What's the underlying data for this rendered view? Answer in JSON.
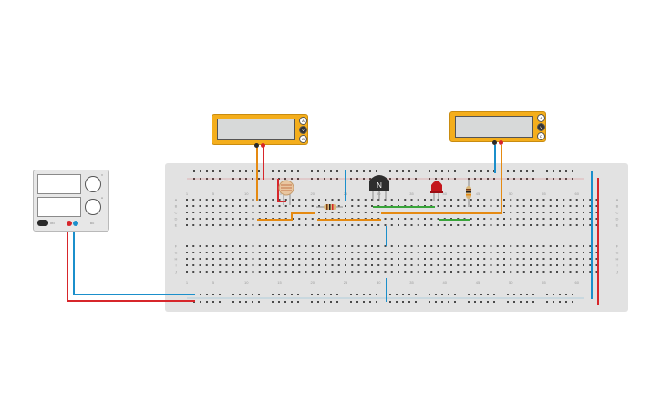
{
  "power_supply": {
    "switch_label": "ON",
    "knob_labels": [
      "V",
      "A"
    ],
    "brand": "DC"
  },
  "multimeters": [
    {
      "mode_labels": [
        "A",
        "V",
        "Ω"
      ],
      "selected": "V"
    },
    {
      "mode_labels": [
        "A",
        "V",
        "Ω"
      ],
      "selected": "V"
    }
  ],
  "breadboard": {
    "column_numbers": [
      "1",
      "5",
      "10",
      "15",
      "20",
      "25",
      "30",
      "35",
      "40",
      "45",
      "50",
      "55",
      "60"
    ],
    "row_letters_top": [
      "A",
      "B",
      "C",
      "D",
      "E"
    ],
    "row_letters_bottom": [
      "F",
      "G",
      "H",
      "I",
      "J"
    ]
  },
  "components": {
    "transistor_label": "N"
  },
  "colors": {
    "wire_red": "#d7262b",
    "wire_blue": "#1b8fcb",
    "wire_orange": "#e58a12",
    "wire_green": "#39a53a",
    "meter_body": "#f4ae1c"
  }
}
